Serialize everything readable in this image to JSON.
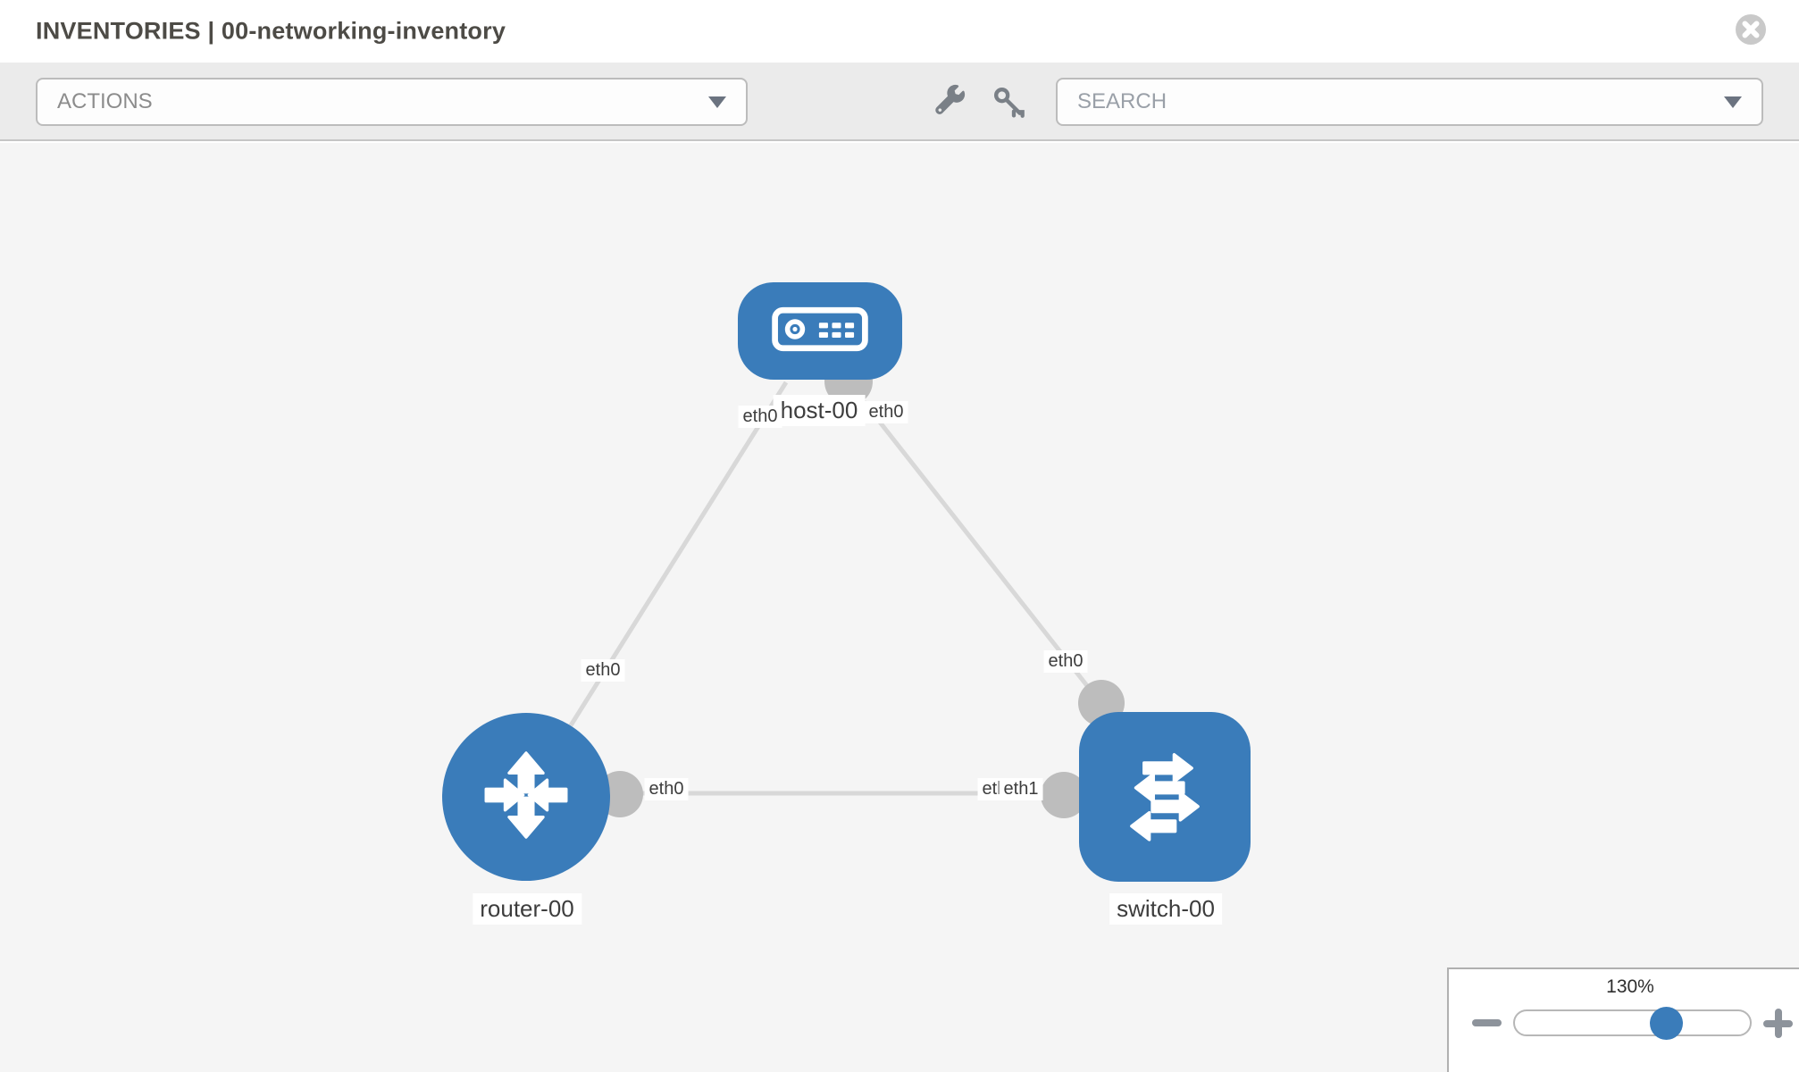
{
  "header": {
    "title": "INVENTORIES | 00-networking-inventory"
  },
  "toolbar": {
    "actions_label": "ACTIONS",
    "search_placeholder": "SEARCH"
  },
  "icons": {
    "close": "circle-x",
    "actions_caret": "caret-down",
    "search_caret": "caret-down",
    "wrench": "wrench",
    "key": "key",
    "zoom_out": "minus",
    "zoom_in": "plus"
  },
  "colors": {
    "node_blue": "#3a7cba",
    "link_gray": "#d8d8d8",
    "port_gray": "#bdbdbd",
    "canvas_bg": "#f5f5f5",
    "toolbar_bg": "#ebebeb"
  },
  "diagram": {
    "nodes": [
      {
        "id": "host-00",
        "type": "host",
        "label": "host-00"
      },
      {
        "id": "router-00",
        "type": "router",
        "label": "router-00"
      },
      {
        "id": "switch-00",
        "type": "switch",
        "label": "switch-00"
      }
    ],
    "links": [
      {
        "source": "host-00",
        "target": "router-00",
        "source_label": "eth0",
        "target_label": "eth0"
      },
      {
        "source": "host-00",
        "target": "switch-00",
        "source_label": "eth0",
        "target_label": "eth0"
      },
      {
        "source": "router-00",
        "target": "switch-00",
        "source_label": "eth0",
        "target_label": "eth1",
        "overlap_label": "eth0"
      }
    ]
  },
  "zoom_control": {
    "value": "130%"
  }
}
